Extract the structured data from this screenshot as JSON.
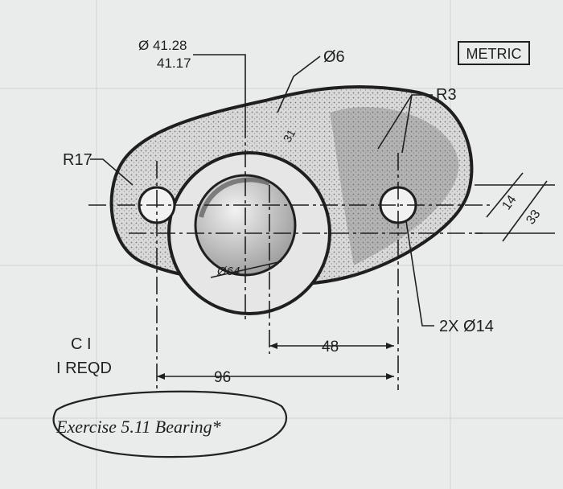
{
  "drawing": {
    "badge": "METRIC",
    "dims": {
      "hole_dia_top": "Ø 41.28",
      "hole_dia_bottom": "41.17",
      "pin_dia": "Ø6",
      "radius_small": "R3",
      "radius_large": "R17",
      "holes": "2X Ø14",
      "boss_dia": "Ø64",
      "center_to_hole": "48",
      "hole_spacing": "96",
      "thickness_small": "14",
      "thickness_large": "33",
      "offset": "31"
    },
    "notes": {
      "part": "C I",
      "qty": "I REQD"
    },
    "caption": "Exercise 5.11 Bearing*"
  },
  "colors": {
    "paper": "#e9ecea",
    "ink": "#1f1f1f",
    "shade": "#555555"
  }
}
